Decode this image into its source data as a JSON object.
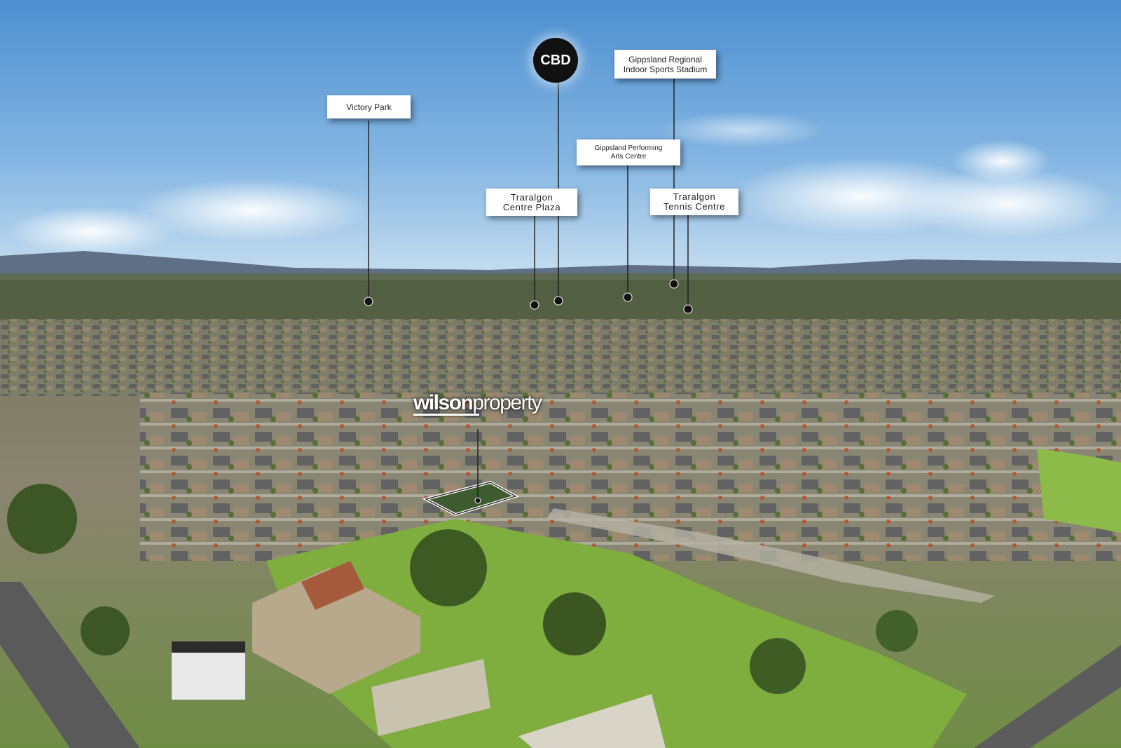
{
  "callouts": {
    "cbd": "CBD",
    "victory_park": "Victory Park",
    "gippsland_stadium_line1": "Gippsland Regional",
    "gippsland_stadium_line2": "Indoor Sports Stadium",
    "performing_arts_line1": "Gippsland Performing",
    "performing_arts_line2": "Arts Centre",
    "centre_plaza_line1": "Traralgon",
    "centre_plaza_line2": "Centre Plaza",
    "tennis_centre_line1": "Traralgon",
    "tennis_centre_line2": "Tennis Centre"
  },
  "logo": {
    "bold_part": "wilson",
    "light_part": "property"
  },
  "colors": {
    "sky": "#6ea6d8",
    "grass": "#7fae3f",
    "marker": "#111111",
    "label_bg": "#ffffff"
  }
}
